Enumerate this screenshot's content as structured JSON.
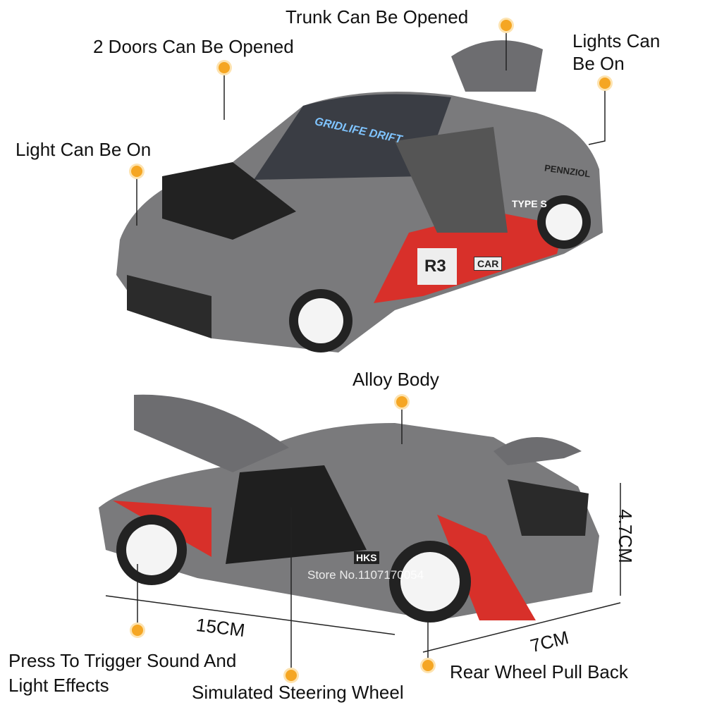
{
  "labels": {
    "trunk": "Trunk Can Be Opened",
    "doors": "2 Doors Can Be Opened",
    "rear_lights": "Lights Can Be On",
    "front_light": "Light Can Be On",
    "alloy": "Alloy Body",
    "sound": "Press To Trigger Sound And Light Effects",
    "steering": "Simulated Steering Wheel",
    "pullback": "Rear Wheel Pull Back"
  },
  "dimensions": {
    "length": "15CM",
    "width": "7CM",
    "height": "4.7CM"
  },
  "car_decals": {
    "windshield": "GRIDLIFE DRIFT",
    "number": "R3",
    "sponsor": "PENNZIOL",
    "hks": "HKS",
    "types": "TYPE S",
    "car": "CAR"
  },
  "watermark": "Store No.1107170054",
  "colors": {
    "accent_dot": "#f5a623",
    "car_body": "#7a7a7c",
    "stripe": "#d8302a"
  }
}
